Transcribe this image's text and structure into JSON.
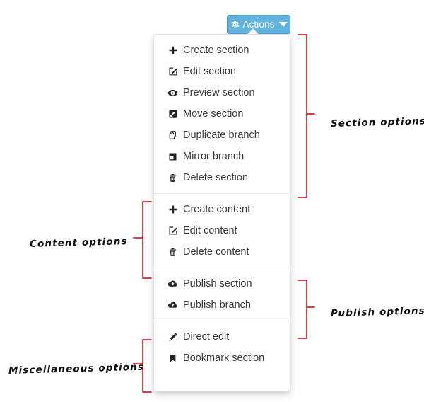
{
  "button": {
    "label": "Actions",
    "icon": "gear-icon",
    "caret_icon": "caret-down-icon",
    "background_color": "#62b2de",
    "text_color": "#ffffff"
  },
  "menu": {
    "groups": [
      {
        "name": "section-options",
        "items": [
          {
            "label": "Create section",
            "icon": "plus-icon"
          },
          {
            "label": "Edit section",
            "icon": "pencil-square-icon"
          },
          {
            "label": "Preview section",
            "icon": "eye-icon"
          },
          {
            "label": "Move section",
            "icon": "move-arrow-icon"
          },
          {
            "label": "Duplicate branch",
            "icon": "copy-icon"
          },
          {
            "label": "Mirror branch",
            "icon": "mirror-icon"
          },
          {
            "label": "Delete section",
            "icon": "trash-icon"
          }
        ]
      },
      {
        "name": "content-options",
        "items": [
          {
            "label": "Create content",
            "icon": "plus-icon"
          },
          {
            "label": "Edit content",
            "icon": "pencil-square-icon"
          },
          {
            "label": "Delete content",
            "icon": "trash-icon"
          }
        ]
      },
      {
        "name": "publish-options",
        "items": [
          {
            "label": "Publish section",
            "icon": "cloud-upload-icon"
          },
          {
            "label": "Publish branch",
            "icon": "cloud-upload-icon"
          }
        ]
      },
      {
        "name": "miscellaneous-options",
        "items": [
          {
            "label": "Direct edit",
            "icon": "pencil-icon"
          },
          {
            "label": "Bookmark section",
            "icon": "bookmark-icon"
          }
        ]
      }
    ]
  },
  "annotations": {
    "color": "#d9262c",
    "labels": [
      {
        "id": "section-options-label",
        "text": "Section options"
      },
      {
        "id": "content-options-label",
        "text": "Content options"
      },
      {
        "id": "publish-options-label",
        "text": "Publish options"
      },
      {
        "id": "miscellaneous-options-label",
        "text": "Miscellaneous options"
      }
    ]
  }
}
